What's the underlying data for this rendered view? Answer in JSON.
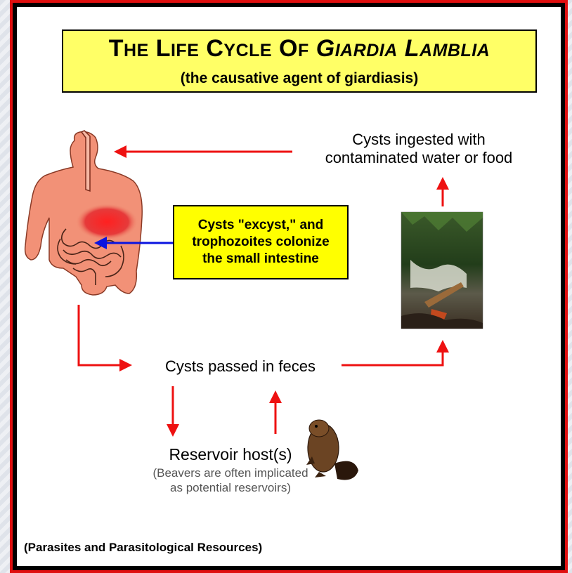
{
  "title": {
    "word1_initial": "T",
    "word1_rest": "HE",
    "word2_initial": "L",
    "word2_rest": "IFE",
    "word3_initial": "C",
    "word3_rest": "YCLE",
    "word4_initial": "O",
    "word4_rest": "F",
    "italic1_initial": "G",
    "italic1_rest": "IARDIA",
    "italic2_initial": "L",
    "italic2_rest": "AMBLIA",
    "subtitle": "(the causative agent of giardiasis)"
  },
  "stages": {
    "ingested_line1": "Cysts ingested with",
    "ingested_line2": "contaminated water or food",
    "excyst_line1": "Cysts \"excyst,\" and",
    "excyst_line2": "trophozoites colonize",
    "excyst_line3": "the small intestine",
    "passed": "Cysts passed in feces",
    "reservoir": "Reservoir host(s)",
    "reservoir_note_line1": "(Beavers are often implicated",
    "reservoir_note_line2": "as potential reservoirs)"
  },
  "credit": "(Parasites and Parasitological Resources)",
  "colors": {
    "arrow_red": "#ee1111",
    "arrow_blue": "#0a14e0",
    "title_bg": "#ffff66",
    "callout_bg": "#ffff00",
    "frame_red": "#e01010"
  }
}
